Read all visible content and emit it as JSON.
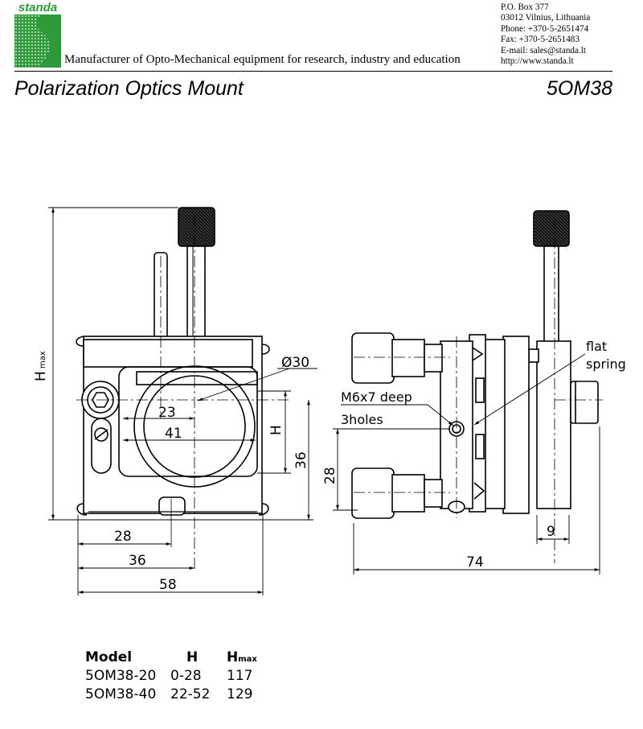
{
  "header": {
    "logo_text": "standa",
    "tagline": "Manufacturer of Opto-Mechanical equipment for research, industry and education",
    "address": [
      "P.O. Box 377",
      "03012 Vilnius, Lithuania",
      "Phone: +370-5-2651474",
      "Fax: +370-5-2651483",
      "E-mail: sales@standa.lt",
      "http://www.standa.lt"
    ],
    "brand_color": "#2e9a3a"
  },
  "title": "Polarization Optics Mount",
  "model_code": "5OM38",
  "drawing": {
    "h_max_label": "H",
    "h_max_sub": "max",
    "diameter": "Ø30",
    "dim_23": "23",
    "dim_41": "41",
    "dim_H": "H",
    "dim_36_vert": "36",
    "dim_28_horiz": "28",
    "dim_36_horiz": "36",
    "dim_58": "58",
    "flat": "flat",
    "spring": "spring",
    "m6": "M6x7 deep",
    "holes": "3holes",
    "dim_28_vert": "28",
    "dim_9": "9",
    "dim_74": "74"
  },
  "table": {
    "headers": {
      "model": "Model",
      "h": "H",
      "hmax": "H",
      "hmax_sub": "max"
    },
    "rows": [
      {
        "model": "5OM38-20",
        "h": "0-28",
        "hmax": "117"
      },
      {
        "model": "5OM38-40",
        "h": "22-52",
        "hmax": "129"
      }
    ]
  }
}
